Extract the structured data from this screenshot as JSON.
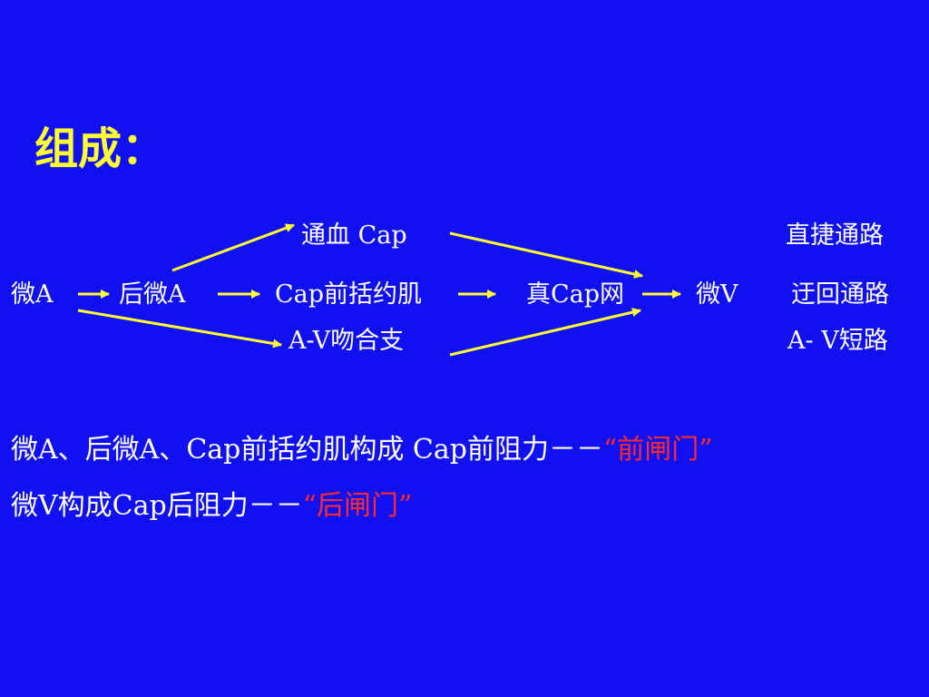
{
  "title": "组成：",
  "nodes": {
    "microA": "微A",
    "postMicroA": "后微A",
    "precapSphincter": "Cap前括约肌",
    "trueCap": "真Cap网",
    "microV": "微V",
    "thoroughfareCap": "通血 Cap",
    "avAnastomosis": "A-V吻合支"
  },
  "pathways": {
    "direct": "直捷通路",
    "circuitous": "迂回通路",
    "avShunt": "A- V短路"
  },
  "notes": {
    "line1_prefix": "微A、后微A、Cap前括约肌构成 Cap前阻力－－",
    "line1_highlight": "“前闸门”",
    "line2_prefix": "微V构成Cap后阻力－－",
    "line2_highlight": "“后闸门”"
  },
  "colors": {
    "background": "#1010f0",
    "title": "#ffff33",
    "text": "#ffffff",
    "arrow": "#ffff33",
    "highlight": "#ff2a2a"
  }
}
